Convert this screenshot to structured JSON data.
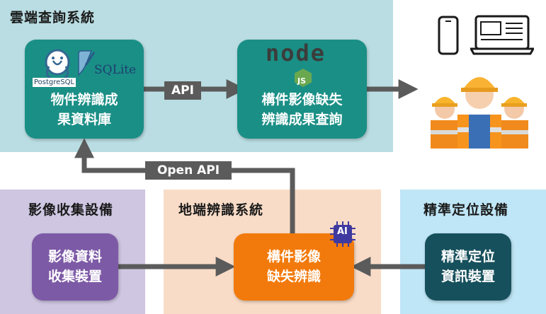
{
  "cloud": {
    "title": "雲端查詢系統",
    "db_node": {
      "line1": "物件辨識成",
      "line2": "果資料庫"
    },
    "query_node": {
      "line1": "構件影像缺失",
      "line2": "辨識成果查詢"
    },
    "api_label": "API",
    "postgres_label": "PostgreSQL",
    "sqlite_label": "SQLite",
    "node_logo": "node",
    "js_badge": "JS"
  },
  "open_api_label": "Open API",
  "image_collect": {
    "title": "影像收集設備",
    "node": {
      "line1": "影像資料",
      "line2": "收集裝置"
    }
  },
  "edge": {
    "title": "地端辨識系統",
    "node": {
      "line1": "構件影像",
      "line2": "缺失辨識"
    },
    "ai_badge": "AI"
  },
  "positioning": {
    "title": "精準定位設備",
    "node": {
      "line1": "精準定位",
      "line2": "資訊裝置"
    }
  },
  "colors": {
    "cloud_bg": "#b9dde2",
    "teal_node": "#1a8f86",
    "collect_bg": "#cfc6e2",
    "purple_node": "#7d5aa6",
    "edge_bg": "#f9dcc7",
    "orange_node": "#f27a0c",
    "position_bg": "#bfe6f6",
    "navy_node": "#16505c",
    "arrow": "#5b5b5b"
  }
}
